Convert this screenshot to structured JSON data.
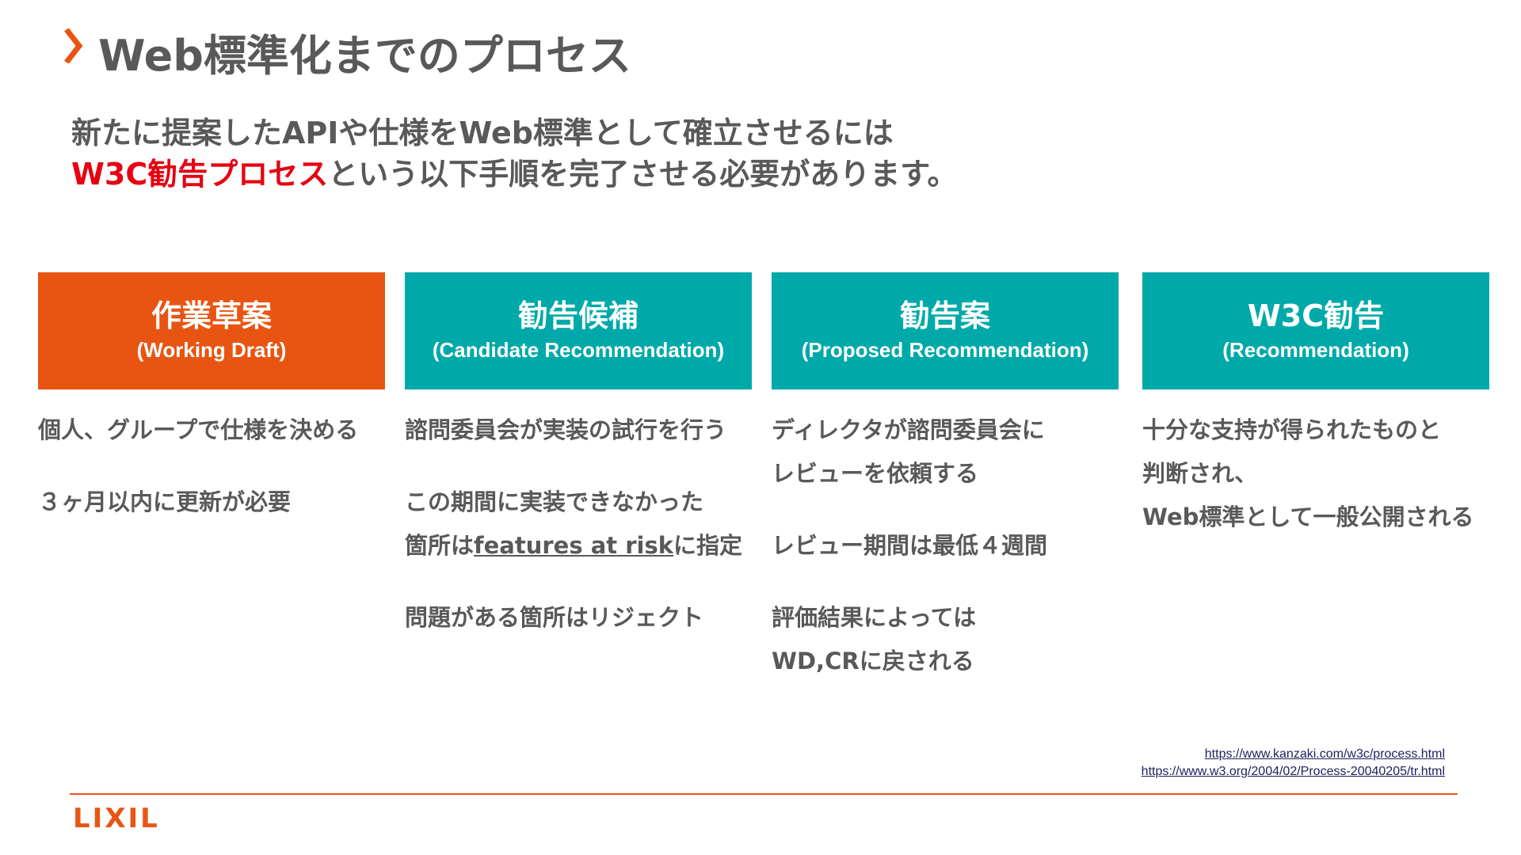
{
  "title": "Web標準化までのプロセス",
  "intro": {
    "line1": "新たに提案したAPIや仕様をWeb標準として確立させるには",
    "line2_highlight": "W3C勧告プロセス",
    "line2_rest": "という以下手順を完了させる必要があります。"
  },
  "steps": [
    {
      "name": "作業草案",
      "sub": "(Working Draft)",
      "desc": [
        "個人、グループで仕様を決める",
        "３ヶ月以内に更新が必要"
      ]
    },
    {
      "name": "勧告候補",
      "sub": "(Candidate Recommendation)",
      "desc1": "諮問委員会が実装の試行を行う",
      "desc2": "この期間に実装できなかった",
      "desc3_prefix": "箇所は",
      "desc3_link": "features at risk",
      "desc3_suffix": "に指定",
      "desc4": "問題がある箇所はリジェクト"
    },
    {
      "name": "勧告案",
      "sub": "(Proposed Recommendation)",
      "desc": [
        "ディレクタが諮問委員会に",
        "レビューを依頼する",
        "レビュー期間は最低４週間",
        "評価結果によっては",
        "WD,CRに戻される"
      ]
    },
    {
      "name": "W3C勧告",
      "sub": "(Recommendation)",
      "desc": [
        "十分な支持が得られたものと",
        "判断され、",
        "Web標準として一般公開される"
      ]
    }
  ],
  "references": [
    "https://www.kanzaki.com/w3c/process.html",
    "https://www.w3.org/2004/02/Process-20040205/tr.html"
  ],
  "logo": "LIXIL",
  "colors": {
    "accent_orange": "#e85512",
    "teal": "#00a9a9",
    "highlight_red": "#e60012",
    "text_gray": "#595959"
  }
}
